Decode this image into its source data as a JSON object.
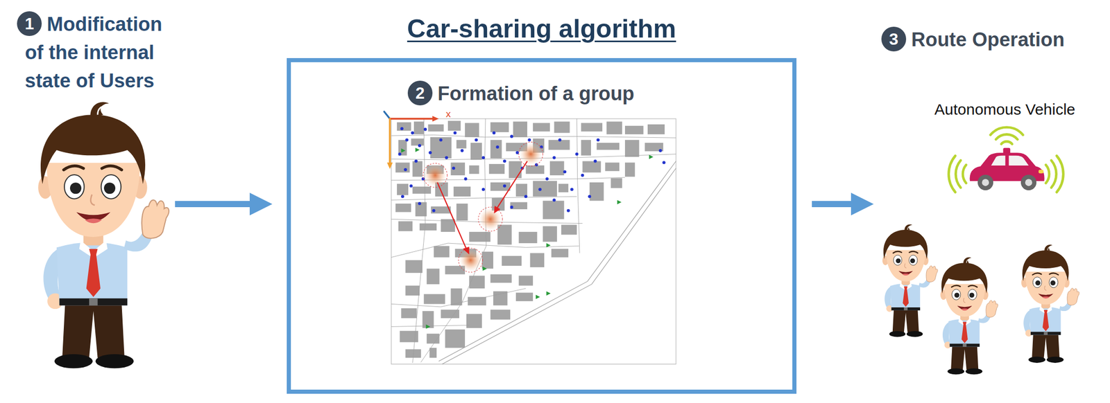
{
  "diagram": {
    "nodes": [
      {
        "text": [
          "1",
          "Modification of the internal state of Users"
        ]
      },
      {
        "text": [
          "Car-sharing algorithm"
        ]
      },
      {
        "text": [
          "2",
          "Formation of a group"
        ],
        "in": 1
      },
      {
        "text": [
          "3",
          "Route Operation"
        ]
      }
    ],
    "edges": [
      {
        "from": 0,
        "to": 1,
        "arrow": "to"
      },
      {
        "from": 1,
        "to": 3,
        "arrow": "to"
      }
    ],
    "labels": [
      "x",
      "Autonomous Vehicle"
    ]
  }
}
